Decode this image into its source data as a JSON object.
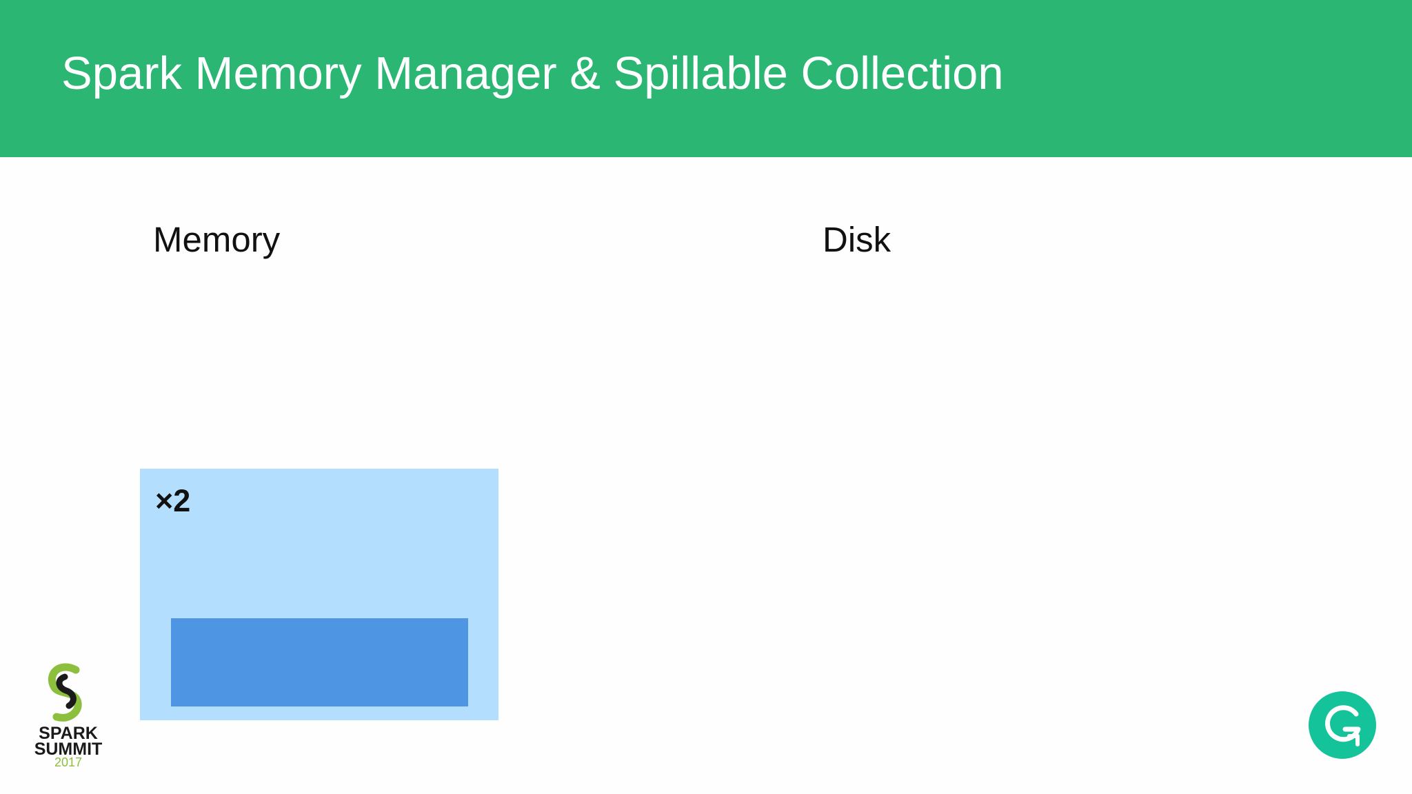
{
  "slide": {
    "title": "Spark Memory Manager & Spillable Collection"
  },
  "labels": {
    "memory": "Memory",
    "disk": "Disk"
  },
  "memory_box": {
    "multiplier": "×2"
  },
  "logo": {
    "line1": "SPARK",
    "line2": "SUMMIT",
    "line3": "2017"
  },
  "icons": {
    "spark_summit_logo": "spark-summit-logo-icon",
    "grammarly_logo": "grammarly-g-icon"
  },
  "colors": {
    "header_green": "#2bb673",
    "memory_box_fill": "#b3defe",
    "memory_block_fill": "#4e96e4",
    "logo_green": "#8dbf3f",
    "grammarly_green": "#15c39a"
  }
}
